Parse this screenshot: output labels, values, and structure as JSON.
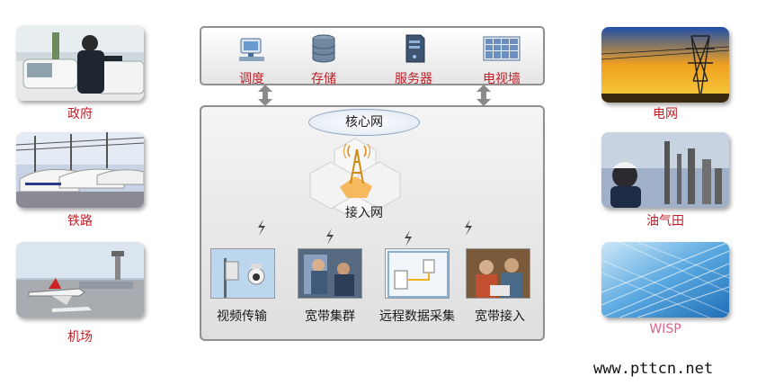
{
  "left_cards": [
    {
      "label": "政府"
    },
    {
      "label": "铁路"
    },
    {
      "label": "机场"
    }
  ],
  "right_cards": [
    {
      "label": "电网"
    },
    {
      "label": "油气田"
    },
    {
      "label": "WISP"
    }
  ],
  "top_panel": {
    "items": [
      {
        "label": "调度",
        "icon": "dispatch-computer-icon"
      },
      {
        "label": "存储",
        "icon": "storage-database-icon"
      },
      {
        "label": "服务器",
        "icon": "server-tower-icon"
      },
      {
        "label": "电视墙",
        "icon": "video-wall-icon"
      }
    ]
  },
  "core": {
    "core_network_label": "核心网",
    "access_network_label": "接入网"
  },
  "services": [
    {
      "label": "视频传输"
    },
    {
      "label": "宽带集群"
    },
    {
      "label": "远程数据采集"
    },
    {
      "label": "宽带接入"
    }
  ],
  "footer": {
    "url": "www.pttcn.net"
  },
  "colors": {
    "label_red": "#c0202a",
    "hex_highlight": "#f7b24a",
    "panel_border": "#8f8f8f"
  }
}
